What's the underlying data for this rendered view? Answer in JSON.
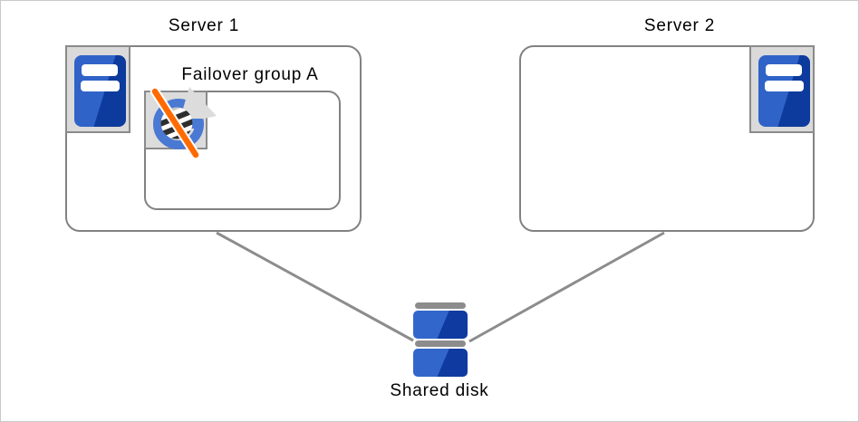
{
  "diagram": {
    "servers": {
      "server1": {
        "label": "Server 1"
      },
      "server2": {
        "label": "Server 2"
      }
    },
    "failover_group": {
      "label": "Failover group A"
    },
    "shared_disk": {
      "label": "Shared disk"
    }
  },
  "icons": {
    "server_icon": "server-icon",
    "group_icon": "application-stopped-icon",
    "disk_icon": "shared-disk-icon"
  },
  "colors": {
    "box_border": "#828282",
    "connector": "#8c8c8c",
    "server_blue_light": "#2f63c8",
    "server_blue_dark": "#0d3b9d",
    "disk_blue_light": "#3366cb",
    "disk_blue_dark": "#0f3aa0",
    "ring_blue": "#4a79d3",
    "slash_orange": "#ff6b00",
    "icon_bg_grey": "#dadada"
  }
}
